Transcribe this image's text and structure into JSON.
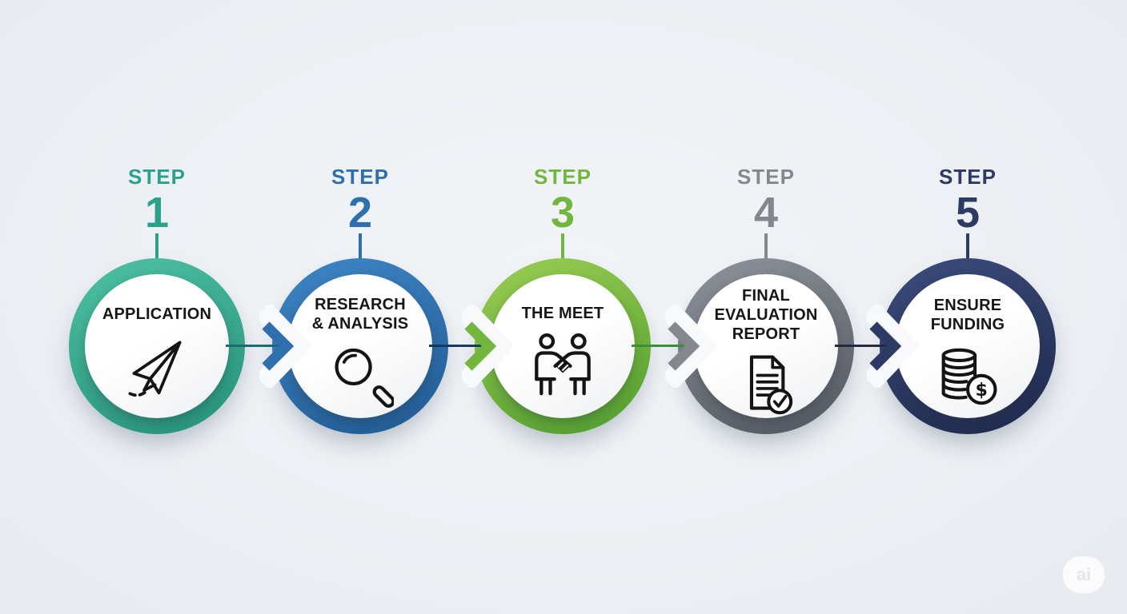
{
  "canvas": {
    "background": "#edf0f4"
  },
  "watermark": {
    "label": "ai"
  },
  "steps": [
    {
      "label": "STEP",
      "number": "1",
      "title_lines": [
        "APPLICATION"
      ],
      "icon": "paper-plane-icon",
      "colors": {
        "accent": "#2aa18d",
        "ring_light": "#4ec1a4",
        "ring_dark": "#259078",
        "line": "#1b6a74"
      }
    },
    {
      "label": "STEP",
      "number": "2",
      "title_lines": [
        "RESEARCH",
        "& ANALYSIS"
      ],
      "icon": "magnifier-icon",
      "colors": {
        "accent": "#2e6fae",
        "ring_light": "#3e86c6",
        "ring_dark": "#215a92",
        "line": "#17395f"
      }
    },
    {
      "label": "STEP",
      "number": "3",
      "title_lines": [
        "THE MEET"
      ],
      "icon": "handshake-icon",
      "colors": {
        "accent": "#72b53f",
        "ring_light": "#9bce53",
        "ring_dark": "#4f9c2e",
        "line": "#37913c"
      }
    },
    {
      "label": "STEP",
      "number": "4",
      "title_lines": [
        "FINAL",
        "EVALUATION",
        "REPORT"
      ],
      "icon": "report-check-icon",
      "colors": {
        "accent": "#83888f",
        "ring_light": "#8f949c",
        "ring_dark": "#51565e",
        "line": "#242b3f"
      }
    },
    {
      "label": "STEP",
      "number": "5",
      "title_lines": [
        "ENSURE",
        "FUNDING"
      ],
      "icon": "funding-coins-icon",
      "colors": {
        "accent": "#2c3a64",
        "ring_light": "#3c4c7c",
        "ring_dark": "#1e294c",
        "line": ""
      }
    }
  ]
}
